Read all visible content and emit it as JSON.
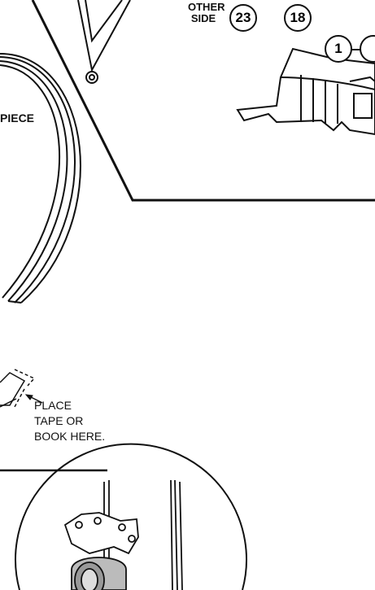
{
  "labels": {
    "other_side": [
      "OTHER",
      "SIDE"
    ],
    "piece_fragment": "PIECE",
    "place_tape": [
      "PLACE",
      "TAPE OR",
      "BOOK HERE."
    ]
  },
  "part_numbers": {
    "a": "23",
    "b": "18",
    "c": "1"
  }
}
